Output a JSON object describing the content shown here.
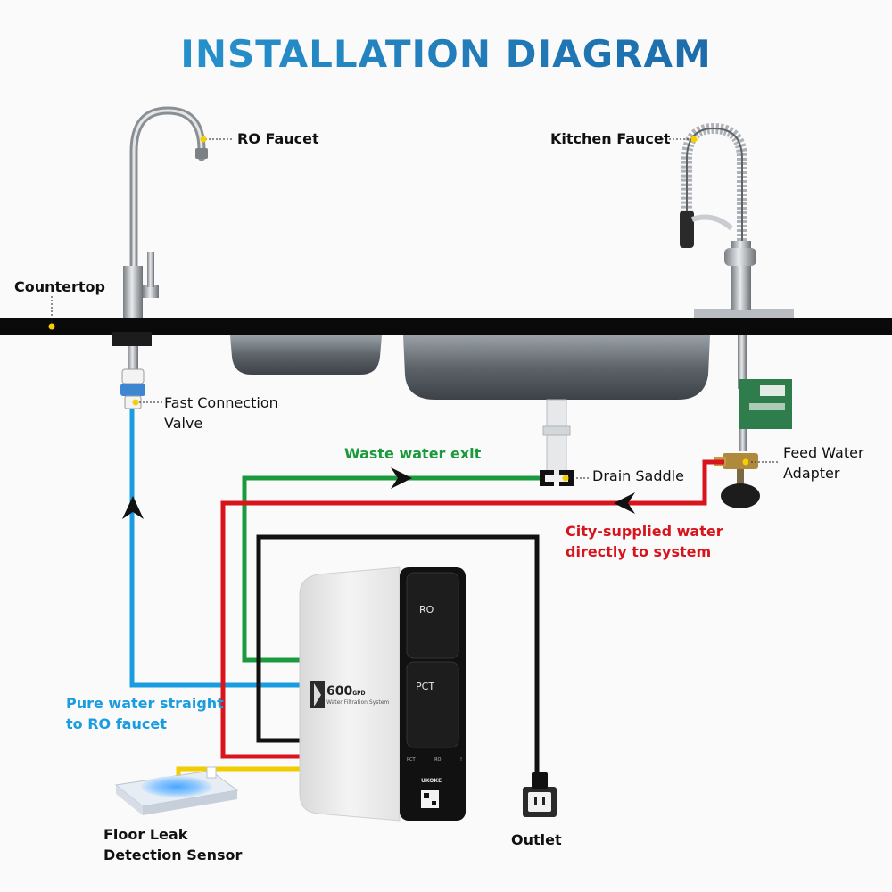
{
  "title": "INSTALLATION DIAGRAM",
  "labels": {
    "ro_faucet": "RO Faucet",
    "kitchen_faucet": "Kitchen Faucet",
    "countertop": "Countertop",
    "fast_connection_line1": "Fast Connection",
    "fast_connection_line2": "Valve",
    "waste_water": "Waste water exit",
    "drain_saddle": "Drain Saddle",
    "feed_water_line1": "Feed Water",
    "feed_water_line2": "Adapter",
    "city_water_line1": "City-supplied water",
    "city_water_line2": "directly to system",
    "pure_water_line1": "Pure water straight",
    "pure_water_line2": "to RO faucet",
    "leak_sensor_line1": "Floor Leak",
    "leak_sensor_line2": "Detection Sensor",
    "outlet": "Outlet"
  },
  "device": {
    "panel_ro": "RO",
    "panel_pct": "PCT",
    "model": "600",
    "model_unit": "GPD",
    "subtitle": "Water Filtration System",
    "brand": "UKOKE",
    "status_labels": [
      "PCT",
      "RO",
      "!"
    ]
  },
  "colors": {
    "title_start": "#2a9ed8",
    "title_end": "#1a5f9e",
    "pure_water": "#1a9de0",
    "waste_water": "#1a9a3c",
    "city_water": "#d8141c",
    "power": "#111111",
    "sensor_wire": "#f0cc00",
    "countertop": "#0a0a0a"
  }
}
